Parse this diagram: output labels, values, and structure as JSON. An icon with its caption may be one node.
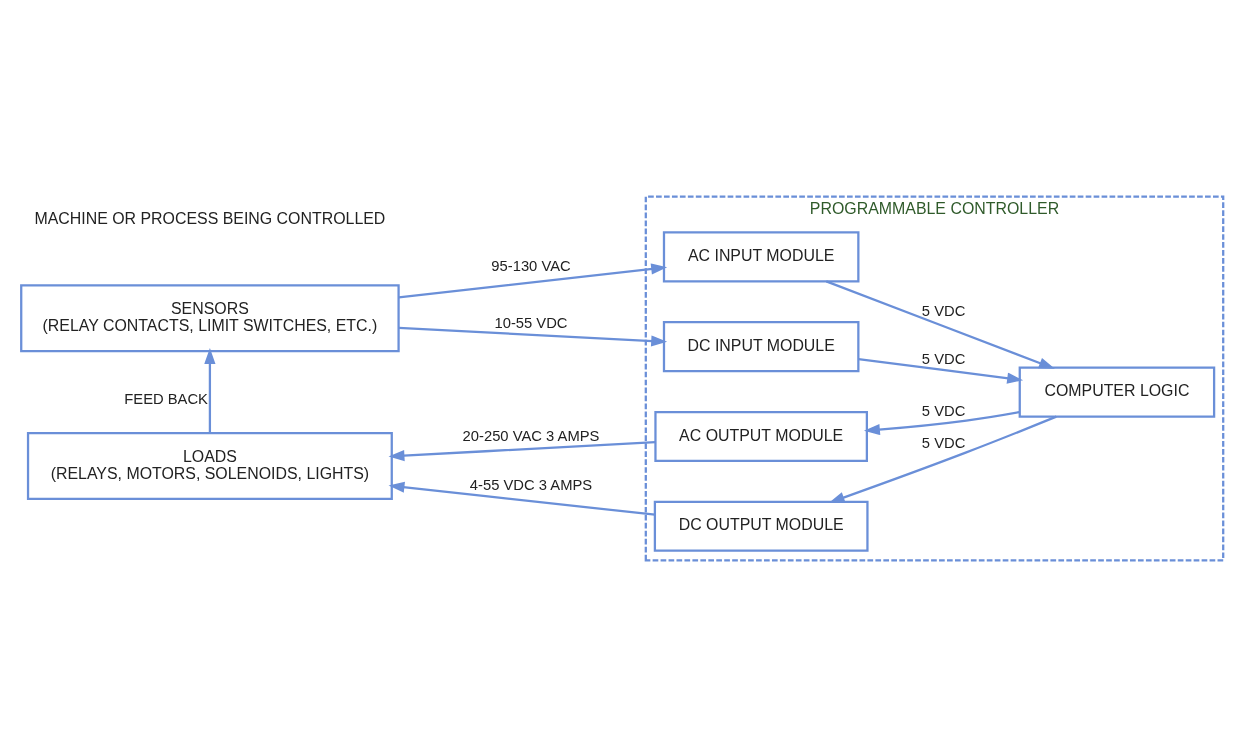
{
  "diagram": {
    "nodes": [
      {
        "text": [
          "PROGRAMMABLE CONTROLLER"
        ]
      },
      {
        "text": [
          "SENSORS",
          "(RELAY CONTACTS, LIMIT SWITCHES, ETC.)"
        ]
      },
      {
        "text": [
          "LOADS",
          "(RELAYS, MOTORS, SOLENOIDS, LIGHTS)"
        ]
      },
      {
        "text": [
          "AC INPUT MODULE"
        ],
        "in": 0
      },
      {
        "text": [
          "DC INPUT MODULE"
        ],
        "in": 0
      },
      {
        "text": [
          "AC OUTPUT MODULE"
        ],
        "in": 0
      },
      {
        "text": [
          "DC OUTPUT MODULE"
        ],
        "in": 0
      },
      {
        "text": [
          "COMPUTER LOGIC"
        ],
        "in": 0
      }
    ],
    "edges": [
      {
        "from": 1,
        "to": 3,
        "arrow": "to",
        "label": "95-130 VAC"
      },
      {
        "from": 3,
        "to": 7,
        "arrow": "to",
        "label": "5 VDC"
      },
      {
        "from": 1,
        "to": 4,
        "arrow": "to",
        "label": "10-55 VDC"
      },
      {
        "from": 4,
        "to": 7,
        "arrow": "to",
        "label": "5 VDC"
      },
      {
        "from": 7,
        "to": 5,
        "arrow": "to",
        "label": "5 VDC"
      },
      {
        "from": 5,
        "to": 2,
        "arrow": "to",
        "label": "20-250 VAC 3 AMPS"
      },
      {
        "from": 7,
        "to": 6,
        "arrow": "to",
        "label": "5 VDC"
      },
      {
        "from": 6,
        "to": 2,
        "arrow": "to",
        "label": "4-55 VDC 3 AMPS"
      },
      {
        "from": 2,
        "to": 1,
        "arrow": "to",
        "label": "FEED BACK"
      }
    ],
    "labels": [
      "MACHINE OR PROCESS BEING CONTROLLED"
    ]
  }
}
